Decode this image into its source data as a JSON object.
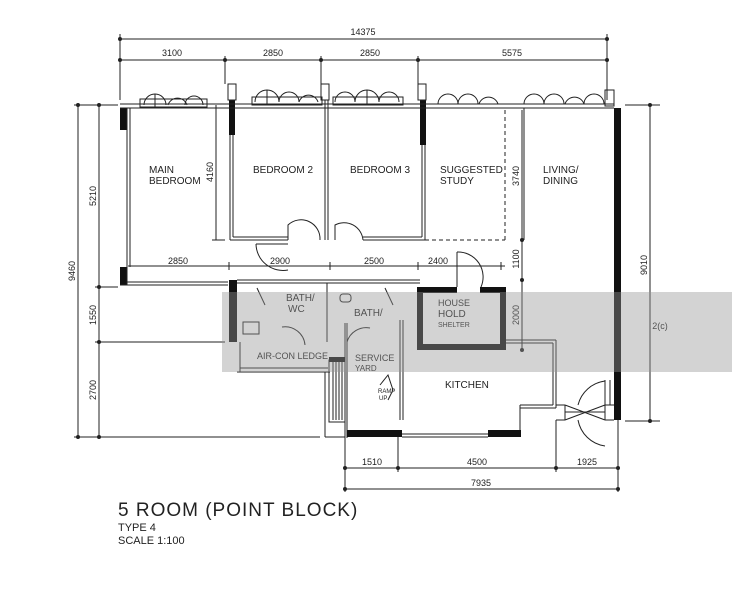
{
  "title": {
    "main": "5 ROOM (POINT BLOCK)",
    "type": "TYPE 4",
    "scale": "SCALE 1:100"
  },
  "dimensions": {
    "top_total": "14375",
    "top_segments": [
      "3100",
      "2850",
      "2850",
      "5575"
    ],
    "left_total": "9460",
    "left_segments": [
      "5210",
      "1550",
      "2700"
    ],
    "right_total": "9010",
    "bottom_total": "7935",
    "bottom_segments": [
      "1510",
      "4500",
      "1925"
    ],
    "interior": {
      "bedroom2_height": "4160",
      "study_height": "3740",
      "corridor_height": "1100",
      "shelter_height": "2000",
      "main_bed_width": "2850",
      "corridor_w1": "2900",
      "corridor_w2": "2500",
      "corridor_w3": "2400",
      "right_label": "2(c)"
    }
  },
  "rooms": {
    "main_bedroom": [
      "MAIN",
      "BEDROOM"
    ],
    "bedroom2": "BEDROOM 2",
    "bedroom3": "BEDROOM 3",
    "study": [
      "SUGGESTED",
      "STUDY"
    ],
    "living": [
      "LIVING/",
      "DINING"
    ],
    "bath_wc": [
      "BATH/",
      "WC"
    ],
    "bath": "BATH/",
    "shelter": [
      "HOUSE",
      "HOLD",
      "SHELTER"
    ],
    "aircon": "AIR-CON LEDGE",
    "service": [
      "SERVICE",
      "YARD"
    ],
    "kitchen": "KITCHEN",
    "ramp": [
      "RAMP",
      "UP"
    ]
  },
  "colors": {
    "line": "#222222",
    "wall_fill": "#111111",
    "watermark": "#969696",
    "background": "#ffffff"
  }
}
